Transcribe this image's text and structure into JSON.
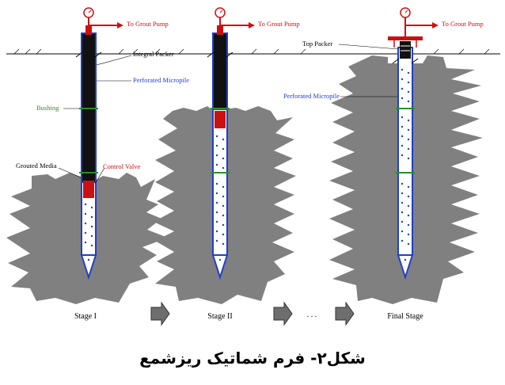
{
  "pump_label": "To Grout Pump",
  "labels": {
    "integral_packer": "Integral Packer",
    "perforated_micropile": "Perforated Micropile",
    "bushing": "Bushing",
    "grouted_media": "Grouted Media",
    "control_valve": "Control Valve",
    "top_packer": "Top Packer",
    "perforated_micropile_final": "Perforated Micropile"
  },
  "stages": [
    "Stage I",
    "Stage II",
    "Final Stage"
  ],
  "ellipsis": ". . .",
  "caption": "شکل۲- فرم شماتیک ریزشمع",
  "colors": {
    "grout": "#808080",
    "pile_outline": "#1f3fcc",
    "packer": "#111111",
    "valve": "#cc1010",
    "label_red": "#cc1010",
    "label_blue": "#1f3fcc",
    "label_green": "#2e8b2e",
    "arrow": "#6e6e6e"
  }
}
